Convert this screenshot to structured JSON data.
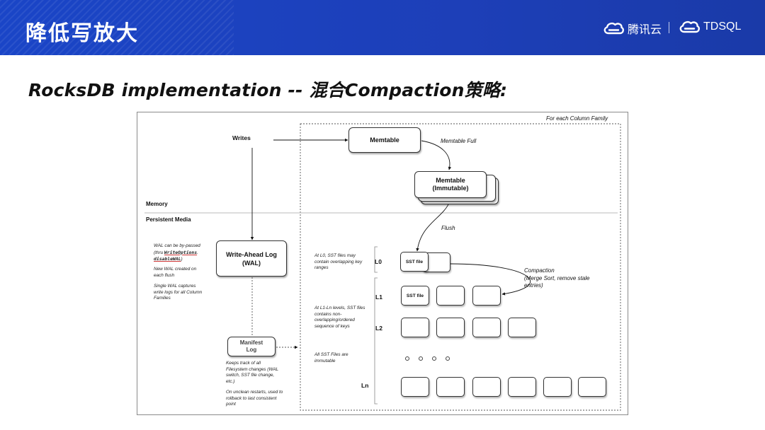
{
  "header": {
    "title": "降低写放大",
    "brand1": "腾讯云",
    "brand2": "TDSQL",
    "brand_color": "#1d3fb8"
  },
  "subtitle": "RocksDB implementation -- 混合Compaction策略:",
  "diagram": {
    "family_label": "For each Column Family",
    "writes": "Writes",
    "memory": "Memory",
    "persistent": "Persistent Media",
    "memtable": "Memtable",
    "memtable_full": "Memtable Full",
    "memtable_immutable": "Memtable\n(Immutable)",
    "flush": "Flush",
    "wal": "Write-Ahead Log\n(WAL)",
    "manifest": "Manifest\nLog",
    "wal_notes": {
      "line1a": "WAL can be by-passed",
      "line1b": "(thru",
      "line1c": "WriteOptions",
      "line1d": ".",
      "line1e": "disableWAL",
      "line1f": ")",
      "line2": "New WAL created on\neach flush",
      "line3": "Single WAL captures\nwrite logs for all Column\nFamilies"
    },
    "manifest_notes": {
      "line1": "Keeps track of all\nFilesystem changes (WAL\nswitch, SST file change,\netc.)",
      "line2": "On unclean restarts, used to\nrollback to last consistent\npoint"
    },
    "level_notes": {
      "l0": "At L0, SST files may\ncontain overlapping key\nranges",
      "l1": "At L1-Ln levels, SST files\ncontains non-\noverlapping/ordered\nsequence of keys",
      "immutable": "All SST Files are\nimmutable"
    },
    "levels": {
      "l0": "L0",
      "l1": "L1",
      "l2": "L2",
      "ln": "Ln"
    },
    "sst_file": "SST file",
    "compaction": "Compaction\n(Merge Sort, remove stale\nentries)"
  }
}
